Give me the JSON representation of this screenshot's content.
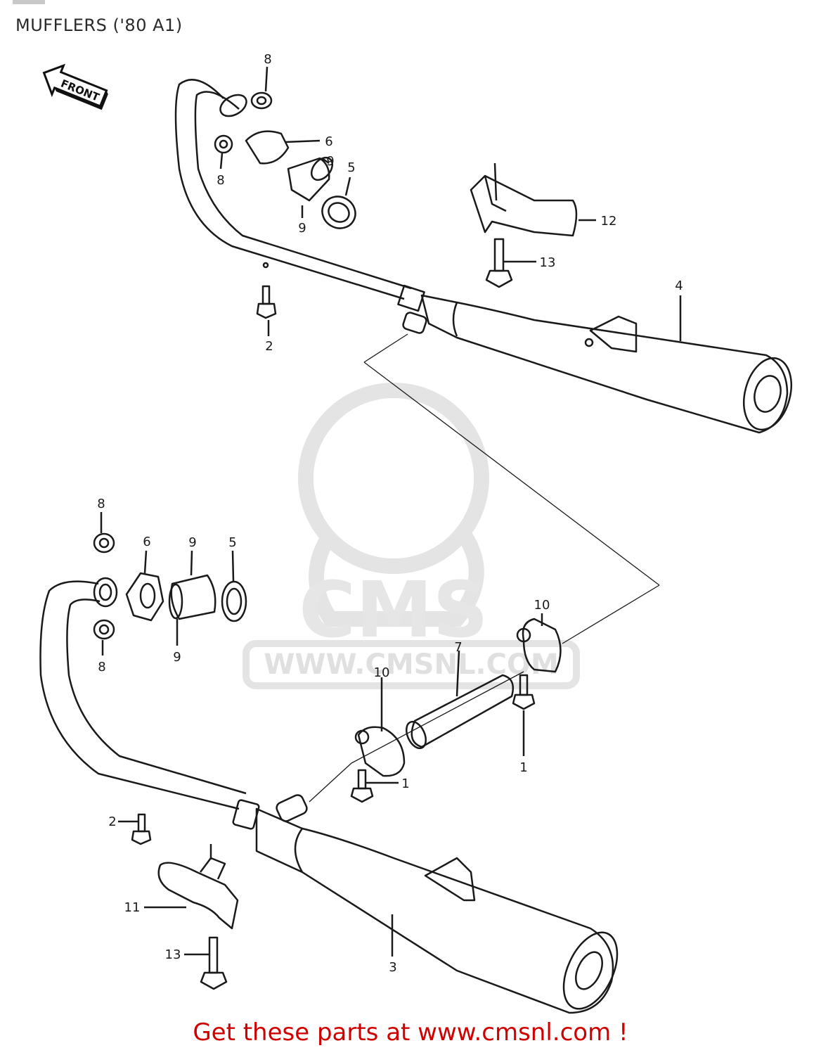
{
  "header": {
    "title": "MUFFLERS ('80 A1)"
  },
  "front_arrow": {
    "label": "FRONT"
  },
  "watermark": {
    "brand": "CMS",
    "url": "WWW.CMSNL.COM"
  },
  "callouts": {
    "upper": {
      "c8a": "8",
      "c6": "6",
      "c8b": "8",
      "c9a": "9",
      "c5": "5",
      "c9b": "9",
      "c12": "12",
      "c13": "13",
      "c4": "4",
      "c2": "2"
    },
    "lower": {
      "c8a": "8",
      "c6": "6",
      "c9a": "9",
      "c5": "5",
      "c8b": "8",
      "c9b": "9",
      "c10a": "10",
      "c7": "7",
      "c10b": "10",
      "c1a": "1",
      "c1b": "1",
      "c2": "2",
      "c11": "11",
      "c13": "13",
      "c3": "3"
    }
  },
  "colors": {
    "line": "#1a1a1a",
    "footer_text": "#d10000",
    "watermark": "#e6e6e6"
  },
  "footer": {
    "text": "Get these parts at www.cmsnl.com !"
  }
}
